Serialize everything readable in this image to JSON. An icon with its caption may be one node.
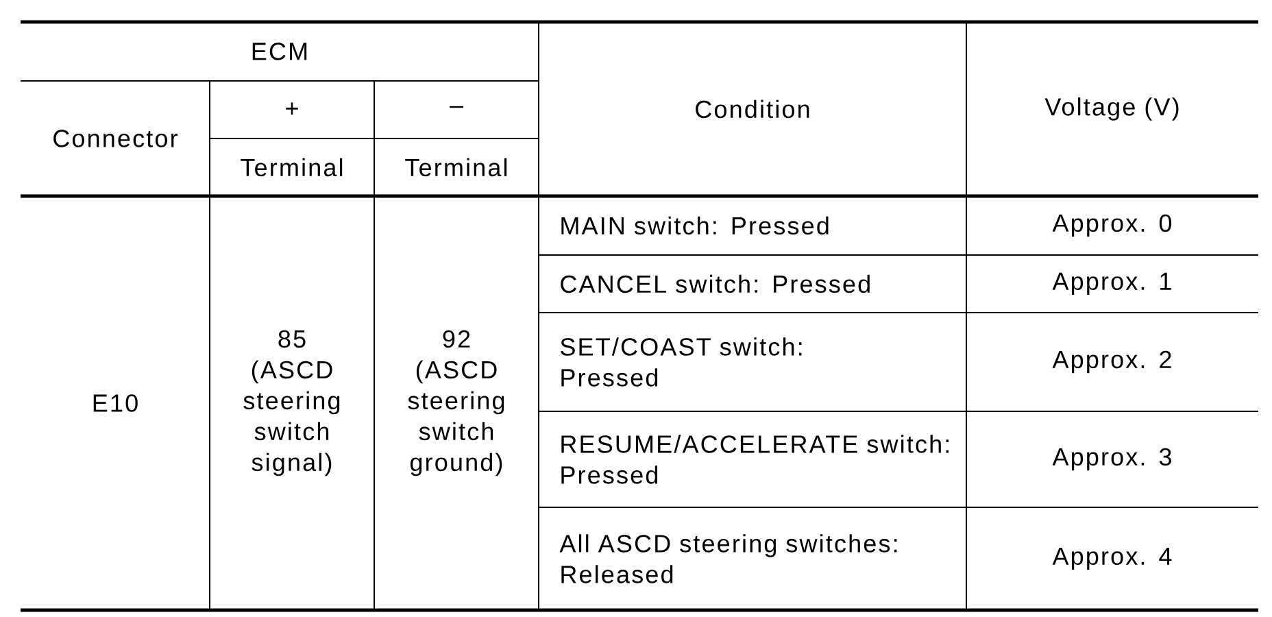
{
  "diagram": {
    "labels": [
      "ECM",
      "Condition",
      "Voltage (V)",
      "Connector",
      "+",
      "–",
      "Terminal",
      "Terminal",
      "E10",
      "85 (ASCD steering switch signal)",
      "92 (ASCD steering switch ground)",
      "MAIN switch: Pressed",
      "Approx. 0",
      "CANCEL switch: Pressed",
      "Approx. 1",
      "SET/COAST switch: Pressed",
      "Approx. 2",
      "RESUME/ACCELERATE switch: Pressed",
      "Approx. 3",
      "All ASCD steering switches: Released",
      "Approx. 4"
    ]
  }
}
